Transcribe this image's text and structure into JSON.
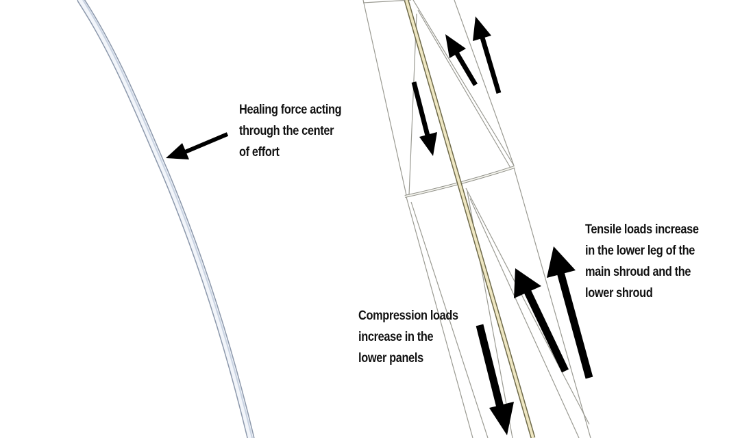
{
  "annotations": {
    "heeling_force": {
      "lines": [
        "Healing force acting",
        "through the center",
        "of effort"
      ]
    },
    "tensile_loads": {
      "lines": [
        "Tensile loads increase",
        "in the lower leg of the",
        "main shroud and the",
        "lower shroud"
      ]
    },
    "compression_loads": {
      "lines": [
        "Compression loads",
        "increase in the",
        "lower panels"
      ]
    }
  },
  "colors": {
    "arrow": "#000000",
    "rigging_line": "#9a9a92",
    "mast_fill": "#efe7c2",
    "mast_outline": "#6e6a4a",
    "curve_fill": "#eef2f8",
    "curve_outline": "#8c98ab",
    "text": "#111111"
  }
}
